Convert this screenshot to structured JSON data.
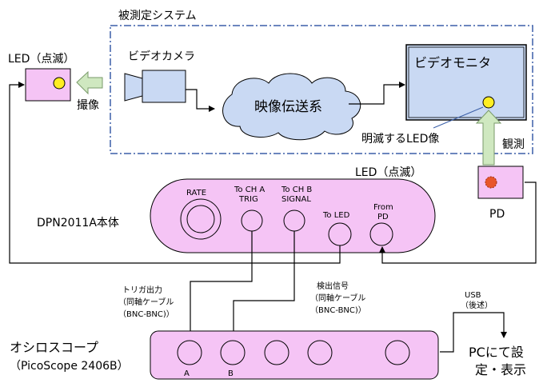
{
  "system_label": "被測定システム",
  "led_blink_top": "LED（点滅）",
  "camera_label": "ビデオカメラ",
  "capture_label": "撮像",
  "cloud_label": "映像伝送系",
  "monitor_label": "ビデオモニタ",
  "blinking_led_label": "明滅するLED像",
  "observe_label": "観測",
  "pd_label": "PD",
  "dpn_label": "DPN2011A本体",
  "led_blink_mid": "LED（点滅）",
  "dpn_ports": {
    "rate": "RATE",
    "ch_a_1": "To CH A",
    "ch_a_2": "TRIG",
    "ch_b_1": "To CH B",
    "ch_b_2": "SIGNAL",
    "to_led": "To LED",
    "from_pd_1": "From",
    "from_pd_2": "PD"
  },
  "trigger_out": [
    "トリガ出力",
    "（同軸ケーブル",
    "（BNC-BNC)）"
  ],
  "detect_signal": [
    "検出信号",
    "（同軸ケーブル",
    "（BNC-BNC)）"
  ],
  "usb": [
    "USB",
    "（後述）"
  ],
  "scope_label_1": "オシロスコープ",
  "scope_label_2": "（PicoScope 2406B）",
  "scope_ports": {
    "a": "A",
    "b": "B"
  },
  "pc_label_1": "PCにて設",
  "pc_label_2": "定・表示",
  "colors": {
    "pink": "#f5c4f5",
    "monitor_blue": "#c9d9f3",
    "cloud_blue": "#c9d9f3",
    "led_yellow": "#ffee22",
    "pd_red": "#e8562a",
    "arrow_green": "#cfe8c0",
    "frame_blue": "#3b5fa8"
  }
}
